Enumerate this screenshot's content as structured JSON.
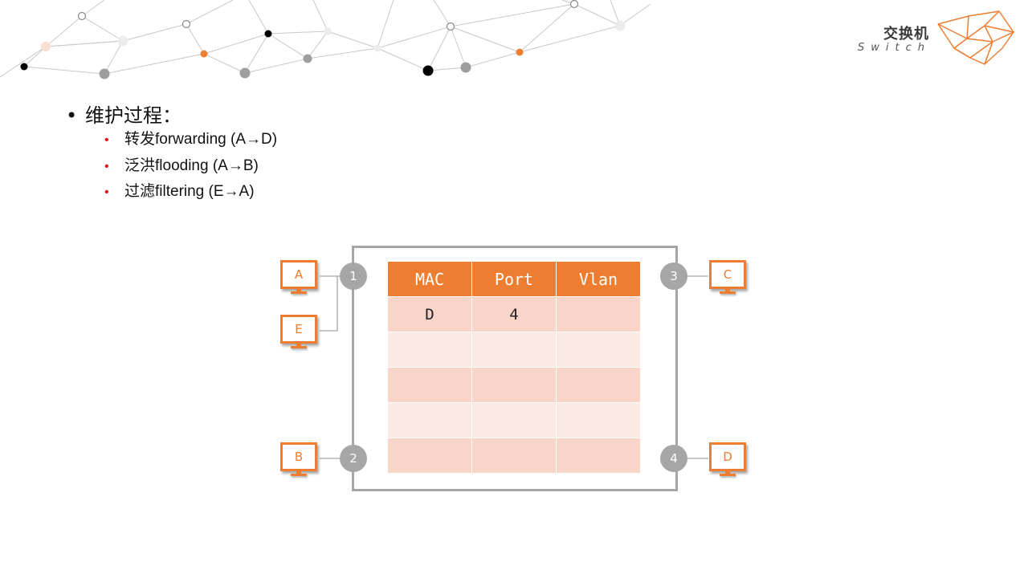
{
  "logo": {
    "title": "交换机",
    "subtitle": "Switch"
  },
  "heading": "维护过程：",
  "sub_items": [
    {
      "label": "转发forwarding (A→D)"
    },
    {
      "label": "泛洪flooding (A→B)"
    },
    {
      "label": "过滤filtering (E→A)"
    }
  ],
  "ports": [
    "1",
    "2",
    "3",
    "4"
  ],
  "hosts": {
    "a": "A",
    "b": "B",
    "c": "C",
    "d": "D",
    "e": "E"
  },
  "table": {
    "headers": [
      "MAC",
      "Port",
      "Vlan"
    ],
    "rows": [
      [
        "D",
        "4",
        ""
      ],
      [
        "",
        "",
        ""
      ],
      [
        "",
        "",
        ""
      ],
      [
        "",
        "",
        ""
      ],
      [
        "",
        "",
        ""
      ]
    ]
  },
  "colors": {
    "accent": "#ed7d31",
    "bullet_red": "#e0141e",
    "switch_gray": "#a6a6a6"
  }
}
